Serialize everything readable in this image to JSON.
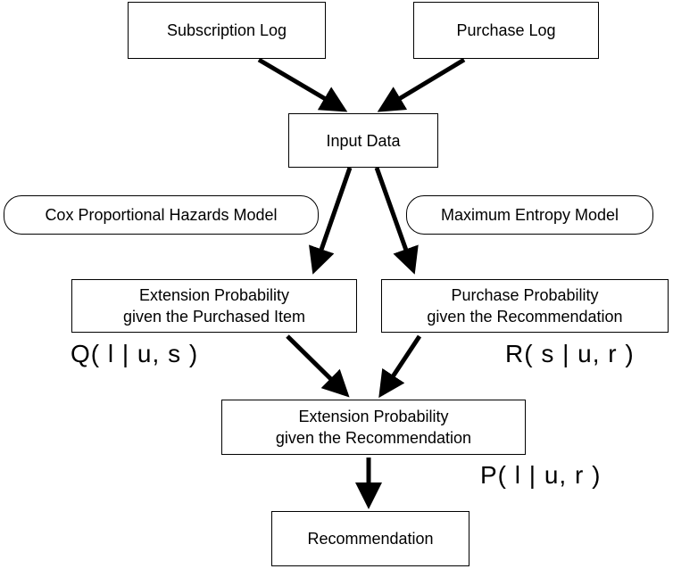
{
  "nodes": {
    "subscription_log": "Subscription Log",
    "purchase_log": "Purchase Log",
    "input_data": "Input Data",
    "extension_probability_purchased": {
      "line1": "Extension Probability",
      "line2": "given the Purchased Item"
    },
    "purchase_probability": {
      "line1": "Purchase Probability",
      "line2": "given the Recommendation"
    },
    "extension_probability_recommendation": {
      "line1": "Extension Probability",
      "line2": "given the Recommendation"
    },
    "recommendation": "Recommendation"
  },
  "models": {
    "cox": "Cox Proportional Hazards Model",
    "maxent": "Maximum Entropy Model"
  },
  "formulas": {
    "q": "Q( l | u, s )",
    "r": "R( s | u, r )",
    "p": "P( l | u, r )"
  },
  "colors": {
    "stroke": "#000000",
    "background": "#ffffff"
  }
}
